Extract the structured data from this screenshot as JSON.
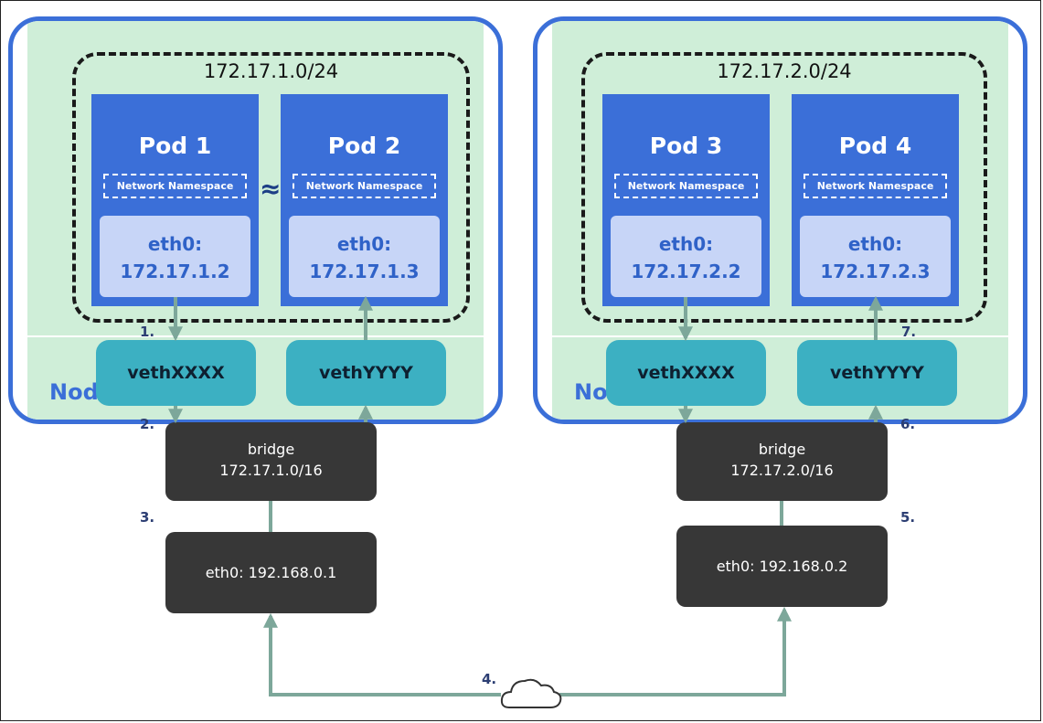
{
  "nodes": [
    {
      "label": "Node",
      "subnet": "172.17.1.0/24",
      "pods": [
        {
          "title": "Pod 1",
          "namespace": "Network Namespace",
          "eth_label": "eth0:",
          "ip": "172.17.1.2"
        },
        {
          "title": "Pod 2",
          "namespace": "Network Namespace",
          "eth_label": "eth0:",
          "ip": "172.17.1.3"
        }
      ],
      "approx_symbol": "≈",
      "veths": [
        "vethXXXX",
        "vethYYYY"
      ],
      "bridge": {
        "name": "bridge",
        "cidr": "172.17.1.0/16"
      },
      "host_eth": "eth0: 192.168.0.1",
      "steps": [
        "1.",
        "2.",
        "3."
      ]
    },
    {
      "label": "Node",
      "subnet": "172.17.2.0/24",
      "pods": [
        {
          "title": "Pod 3",
          "namespace": "Network Namespace",
          "eth_label": "eth0:",
          "ip": "172.17.2.2"
        },
        {
          "title": "Pod 4",
          "namespace": "Network Namespace",
          "eth_label": "eth0:",
          "ip": "172.17.2.3"
        }
      ],
      "veths": [
        "vethXXXX",
        "vethYYYY"
      ],
      "bridge": {
        "name": "bridge",
        "cidr": "172.17.2.0/16"
      },
      "host_eth": "eth0: 192.168.0.2",
      "steps": [
        "7.",
        "6.",
        "5."
      ]
    }
  ],
  "network_step": "4.",
  "colors": {
    "node_border": "#3b6fd8",
    "node_fill": "#cfeed8",
    "pod": "#3b6fd8",
    "pod_eth": "#c7d5f7",
    "veth": "#3cb0c2",
    "bridge": "#373737",
    "arrow": "#7da79a"
  },
  "icons": [
    "cloud-icon",
    "arrow-icon"
  ]
}
